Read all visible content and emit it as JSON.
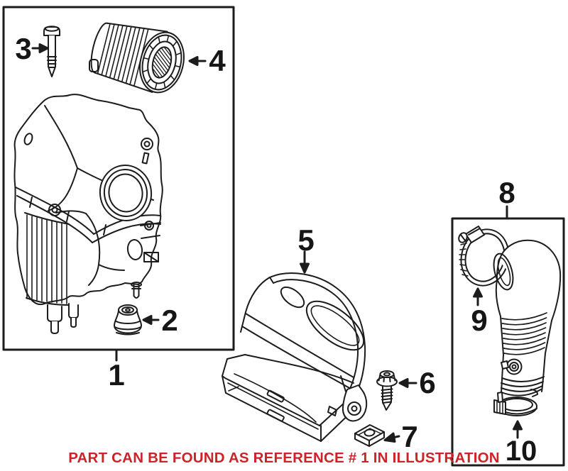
{
  "canvas": {
    "background": "#ffffff",
    "line_color": "#1c1c1c"
  },
  "caption": {
    "text": "PART CAN BE FOUND AS REFERENCE # 1 IN ILLUSTRATION",
    "color": "#CC2328"
  },
  "callouts": {
    "c1": "1",
    "c2": "2",
    "c3": "3",
    "c4": "4",
    "c5": "5",
    "c6": "6",
    "c7": "7",
    "c8": "8",
    "c9": "9",
    "c10": "10"
  }
}
